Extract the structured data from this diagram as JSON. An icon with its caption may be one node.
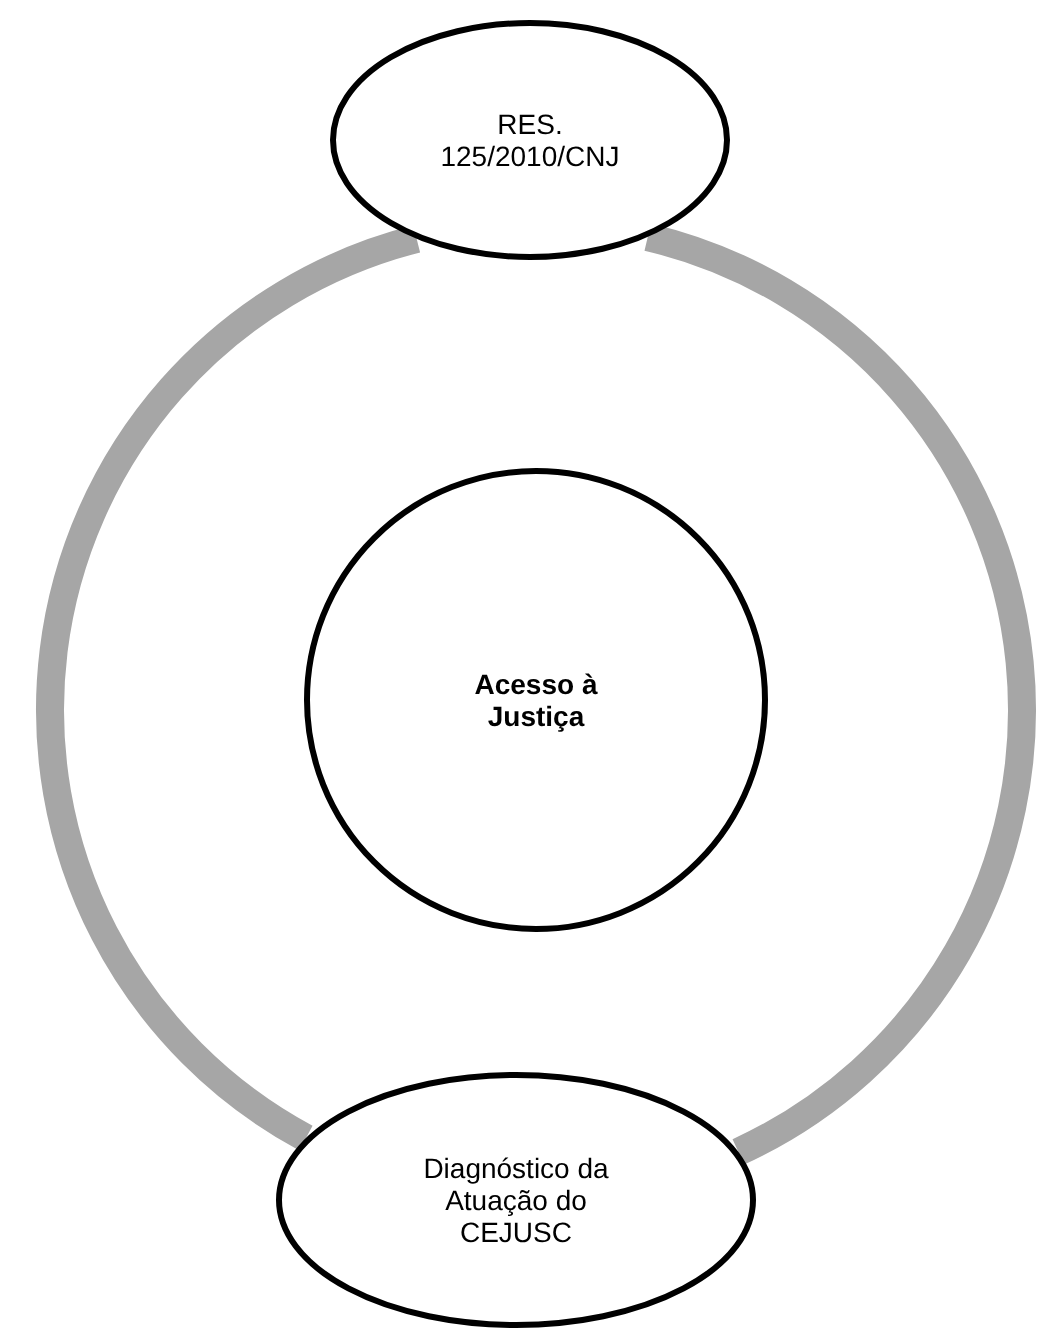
{
  "diagram": {
    "nodes": [
      {
        "text": [
          "RES. 125/2010/CNJ"
        ]
      },
      {
        "text": [
          "Acesso à Justiça"
        ]
      },
      {
        "text": [
          "Diagnóstico da Atuação do CEJUSC"
        ]
      }
    ],
    "edges": [
      {
        "from": 0,
        "to": 2,
        "arrow": "none"
      },
      {
        "from": 2,
        "to": 0,
        "arrow": "none"
      }
    ]
  }
}
